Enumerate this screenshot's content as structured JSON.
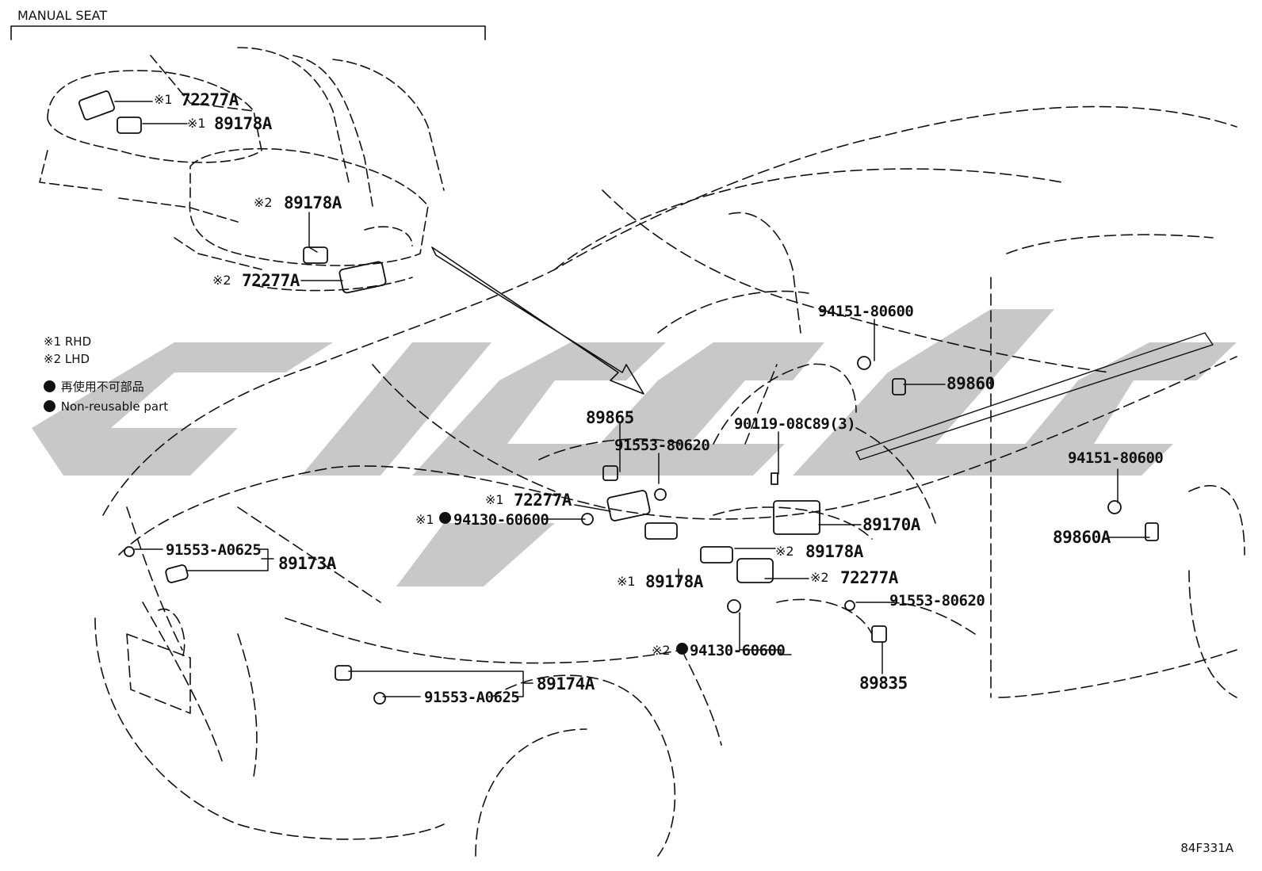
{
  "diagram": {
    "title": "MANUAL SEAT",
    "figure_code": "84F331A",
    "legend": {
      "rhd": "※1 RHD",
      "lhd": "※2 LHD",
      "non_reusable_jp": "再使用不可部品",
      "non_reusable_en": "Non-reusable part"
    },
    "marks": {
      "rhd": "※1",
      "lhd": "※2"
    },
    "parts": {
      "seat_72277a_rhd": "72277A",
      "seat_89178a_rhd": "89178A",
      "seat_89178a_lhd": "89178A",
      "seat_72277a_lhd": "72277A",
      "p94151_80600_top": "94151-80600",
      "p89860": "89860",
      "p89865": "89865",
      "p91553_80620_center": "91553-80620",
      "p90119_08c89": "90119-08C89(3)",
      "p72277a_center_rhd": "72277A",
      "p94130_60600_rhd": "94130-60600",
      "p89170a": "89170A",
      "p94151_80600_right": "94151-80600",
      "p89860a": "89860A",
      "p89178a_center_lhd": "89178A",
      "p91553_a0625_left": "91553-A0625",
      "p89173a": "89173A",
      "p89178a_center_rhd": "89178A",
      "p72277a_center_lhd": "72277A",
      "p91553_80620_right": "91553-80620",
      "p94130_60600_lhd": "94130-60600",
      "p89835": "89835",
      "p89174a": "89174A",
      "p91553_a0625_front": "91553-A0625"
    }
  }
}
